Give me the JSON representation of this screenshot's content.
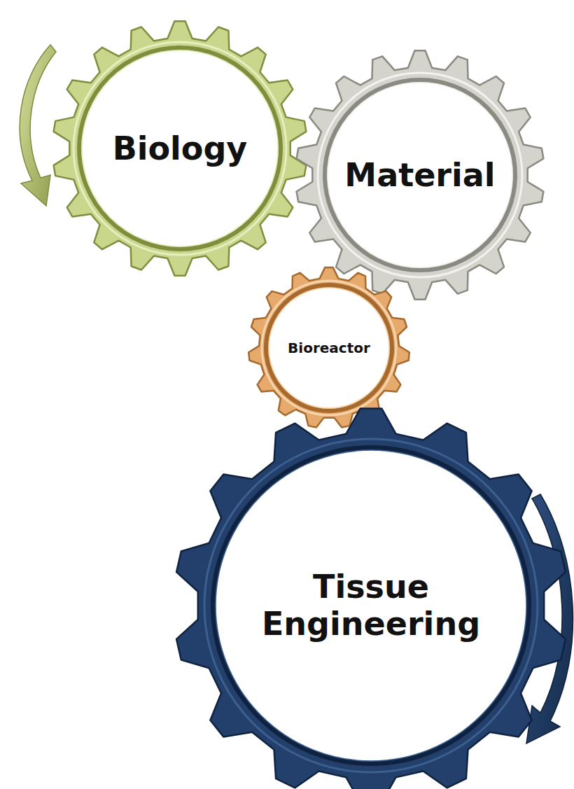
{
  "diagram": {
    "nodes": [
      {
        "text": [
          "Biology"
        ]
      },
      {
        "text": [
          "Material"
        ]
      },
      {
        "text": [
          "Bioreactor"
        ]
      },
      {
        "text": [
          "Tissue Engineering"
        ]
      }
    ]
  }
}
